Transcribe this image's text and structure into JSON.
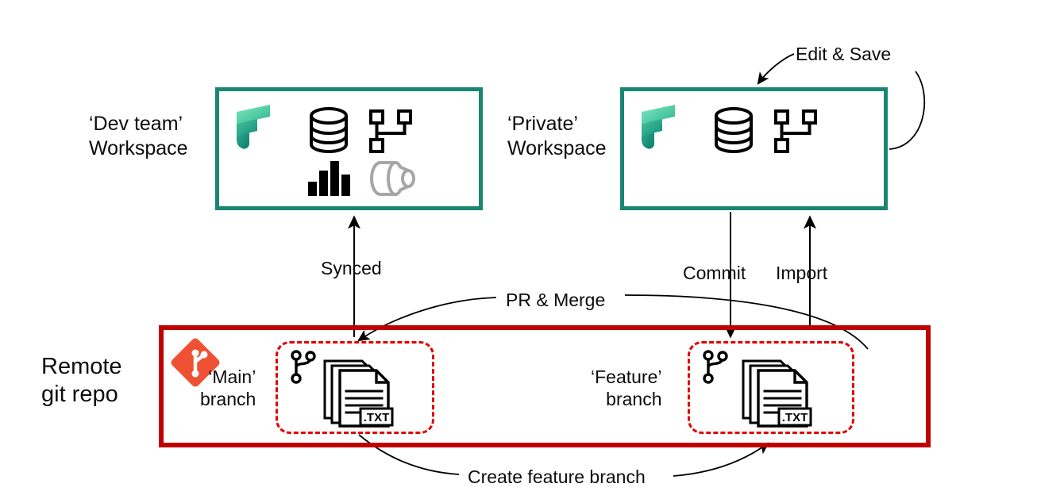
{
  "diagram": {
    "title_hidden": "",
    "colors": {
      "workspace_border": "#1a8671",
      "repo_border": "#c00000",
      "branch_dashed": "#e00000",
      "git_logo": "#f05033",
      "text": "#0c0c0c",
      "background": "#ffffff"
    }
  },
  "workspaces": [
    {
      "id": "dev",
      "label_line1": "‘Dev team’",
      "label_line2": "Workspace",
      "logo": "microsoft-fabric-logo",
      "icons": [
        "lakehouse-database-icon",
        "data-pipeline-icon",
        "report-bar-chart-icon",
        "semantic-model-icon"
      ]
    },
    {
      "id": "private",
      "label_line1": "‘Private’",
      "label_line2": "Workspace",
      "logo": "microsoft-fabric-logo",
      "icons": [
        "lakehouse-database-icon",
        "data-pipeline-icon"
      ]
    }
  ],
  "remote_repo": {
    "label_line1": "Remote",
    "label_line2": "git repo",
    "logo": "git-logo-icon",
    "branches": [
      {
        "id": "main",
        "label_line1": "‘Main’",
        "label_line2": "branch",
        "icons": [
          "git-branch-icon",
          "text-files-icon"
        ],
        "file_extension": ".TXT"
      },
      {
        "id": "feature",
        "label_line1": "‘Feature’",
        "label_line2": "branch",
        "icons": [
          "git-branch-icon",
          "text-files-icon"
        ],
        "file_extension": ".TXT"
      }
    ]
  },
  "connectors": [
    {
      "id": "synced",
      "label": "Synced",
      "from": "main-branch",
      "to": "dev-workspace"
    },
    {
      "id": "commit",
      "label": "Commit",
      "from": "private-workspace",
      "to": "feature-branch"
    },
    {
      "id": "import",
      "label": "Import",
      "from": "feature-branch",
      "to": "private-workspace"
    },
    {
      "id": "pr-merge",
      "label": "PR & Merge",
      "from": "feature-branch",
      "to": "main-branch"
    },
    {
      "id": "create-feature",
      "label": "Create feature branch",
      "from": "main-branch",
      "to": "feature-branch"
    },
    {
      "id": "edit-save",
      "label": "Edit & Save",
      "from": "private-workspace",
      "to": "private-workspace"
    }
  ]
}
